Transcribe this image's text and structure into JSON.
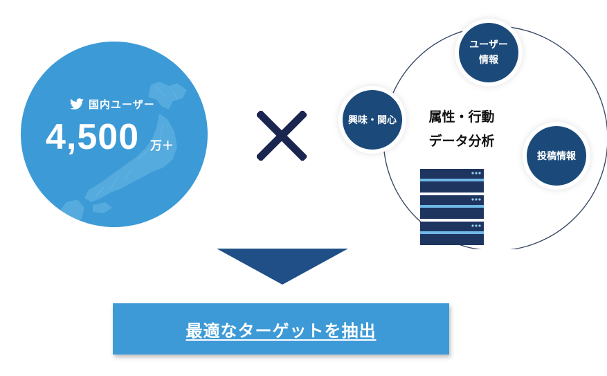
{
  "twitter_badge": {
    "label": "国内ユーザー",
    "icon": "twitter-bird-icon"
  },
  "users": {
    "number": "4,500",
    "unit": "万＋"
  },
  "operator": "cross-icon",
  "ring": {
    "user_info": [
      "ユーザー",
      "情報"
    ],
    "interest": "興味・関心",
    "post_info": "投稿情報"
  },
  "center": {
    "line1": "属性・行動",
    "line2": "データ分析"
  },
  "banner": {
    "text": "最適なターゲットを抽出"
  },
  "colors": {
    "light_blue": "#3c9ad6",
    "navy": "#1b4a7a",
    "cross": "#1a2550",
    "arrow": "#1f4f86"
  }
}
